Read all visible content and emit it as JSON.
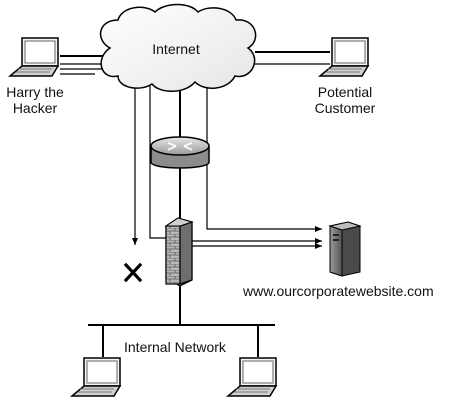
{
  "labels": {
    "internet": "Internet",
    "hacker_line1": "Harry the",
    "hacker_line2": "Hacker",
    "customer_line1": "Potential",
    "customer_line2": "Customer",
    "website": "www.ourcorporatewebsite.com",
    "internal_network": "Internal Network"
  },
  "icons": [
    "cloud-icon",
    "laptop-icon",
    "router-icon",
    "firewall-icon",
    "server-icon",
    "blocked-x-icon"
  ]
}
